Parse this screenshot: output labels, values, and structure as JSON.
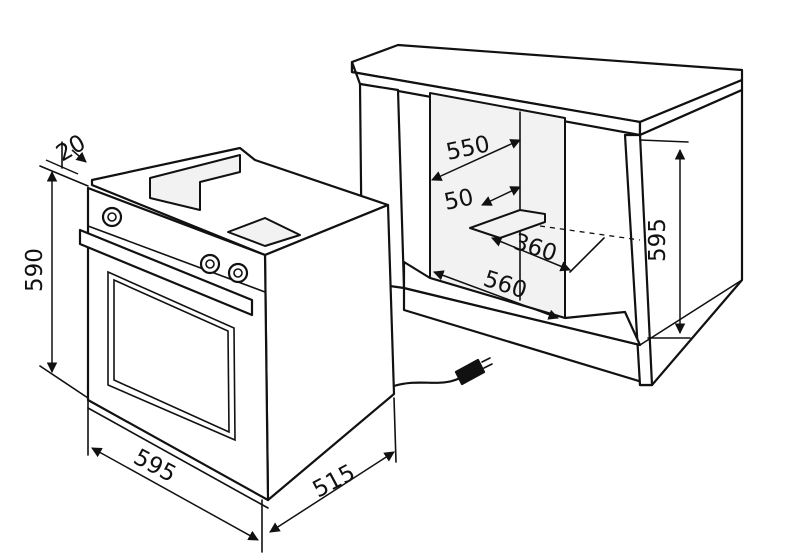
{
  "dimensions": {
    "oven_depth_lip": "20",
    "oven_height": "590",
    "oven_width": "595",
    "oven_depth": "515",
    "niche_depth": "550",
    "niche_back_gap": "50",
    "niche_plate_width": "360",
    "niche_width": "560",
    "niche_height": "595"
  },
  "units_note": ""
}
